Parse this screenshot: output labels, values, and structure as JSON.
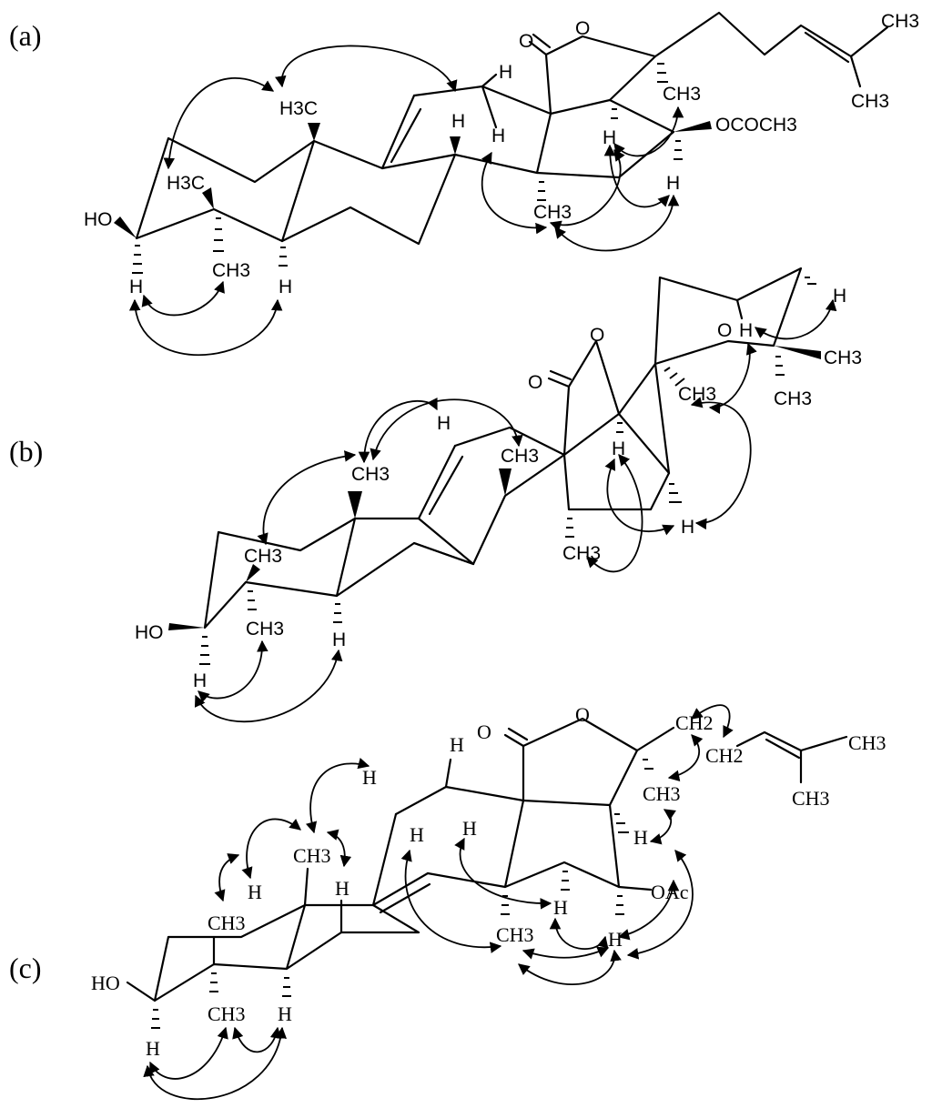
{
  "panels": [
    {
      "tag": "(a)",
      "labels": {
        "ch3_top_right": "CH3",
        "ch3_side_chain": "CH3",
        "h3c_ring": "H3C",
        "h3c_ring_b": "H3C",
        "ch3_c21": "CH3",
        "ococh3": "OCOCH3",
        "ch3_ring_d": "CH3",
        "ch3_c4": "CH3",
        "ho": "HO",
        "o_lactone": "O",
        "o_carbonyl": "O",
        "h_top": "H",
        "h_bridge": "H",
        "h_c9": "H",
        "h_c17": "H",
        "h_c16": "H",
        "h_c3": "H",
        "h_c5": "H"
      }
    },
    {
      "tag": "(b)",
      "labels": {
        "o_ring": "O",
        "o_lactone": "O",
        "o_carbonyl": "O",
        "h_thf": "H",
        "h_thf2": "H",
        "ch3_gem1": "CH3",
        "ch3_gem2": "CH3",
        "ch3_c21": "CH3",
        "h_vinyl": "H",
        "ch3_c19": "CH3",
        "ch3_c18": "CH3",
        "h_c17": "H",
        "h_c16": "H",
        "ch3_ring_d": "CH3",
        "ch3_c4a": "CH3",
        "ch3_c4b": "CH3",
        "ho": "HO",
        "h_c3": "H",
        "h_c5": "H"
      }
    },
    {
      "tag": "(c)",
      "labels": {
        "o_lactone": "O",
        "o_carbonyl": "O",
        "ch2_a": "CH2",
        "ch2_b": "CH2",
        "ch3_top": "CH3",
        "ch3_bottom": "CH3",
        "ch3_c21": "CH3",
        "h_top": "H",
        "h_left": "H",
        "ch3_c19": "CH3",
        "h_c7": "H",
        "h_c11": "H",
        "h_c12": "H",
        "h_c17": "H",
        "oac": "OAc",
        "h_c16": "H",
        "ch3_ring_d": "CH3",
        "h_c15": "H",
        "h_c9": "H",
        "ch3_c4": "CH3",
        "ch3_c4b": "CH3",
        "ho": "HO",
        "h_c3": "H",
        "h_c5": "H"
      }
    }
  ]
}
